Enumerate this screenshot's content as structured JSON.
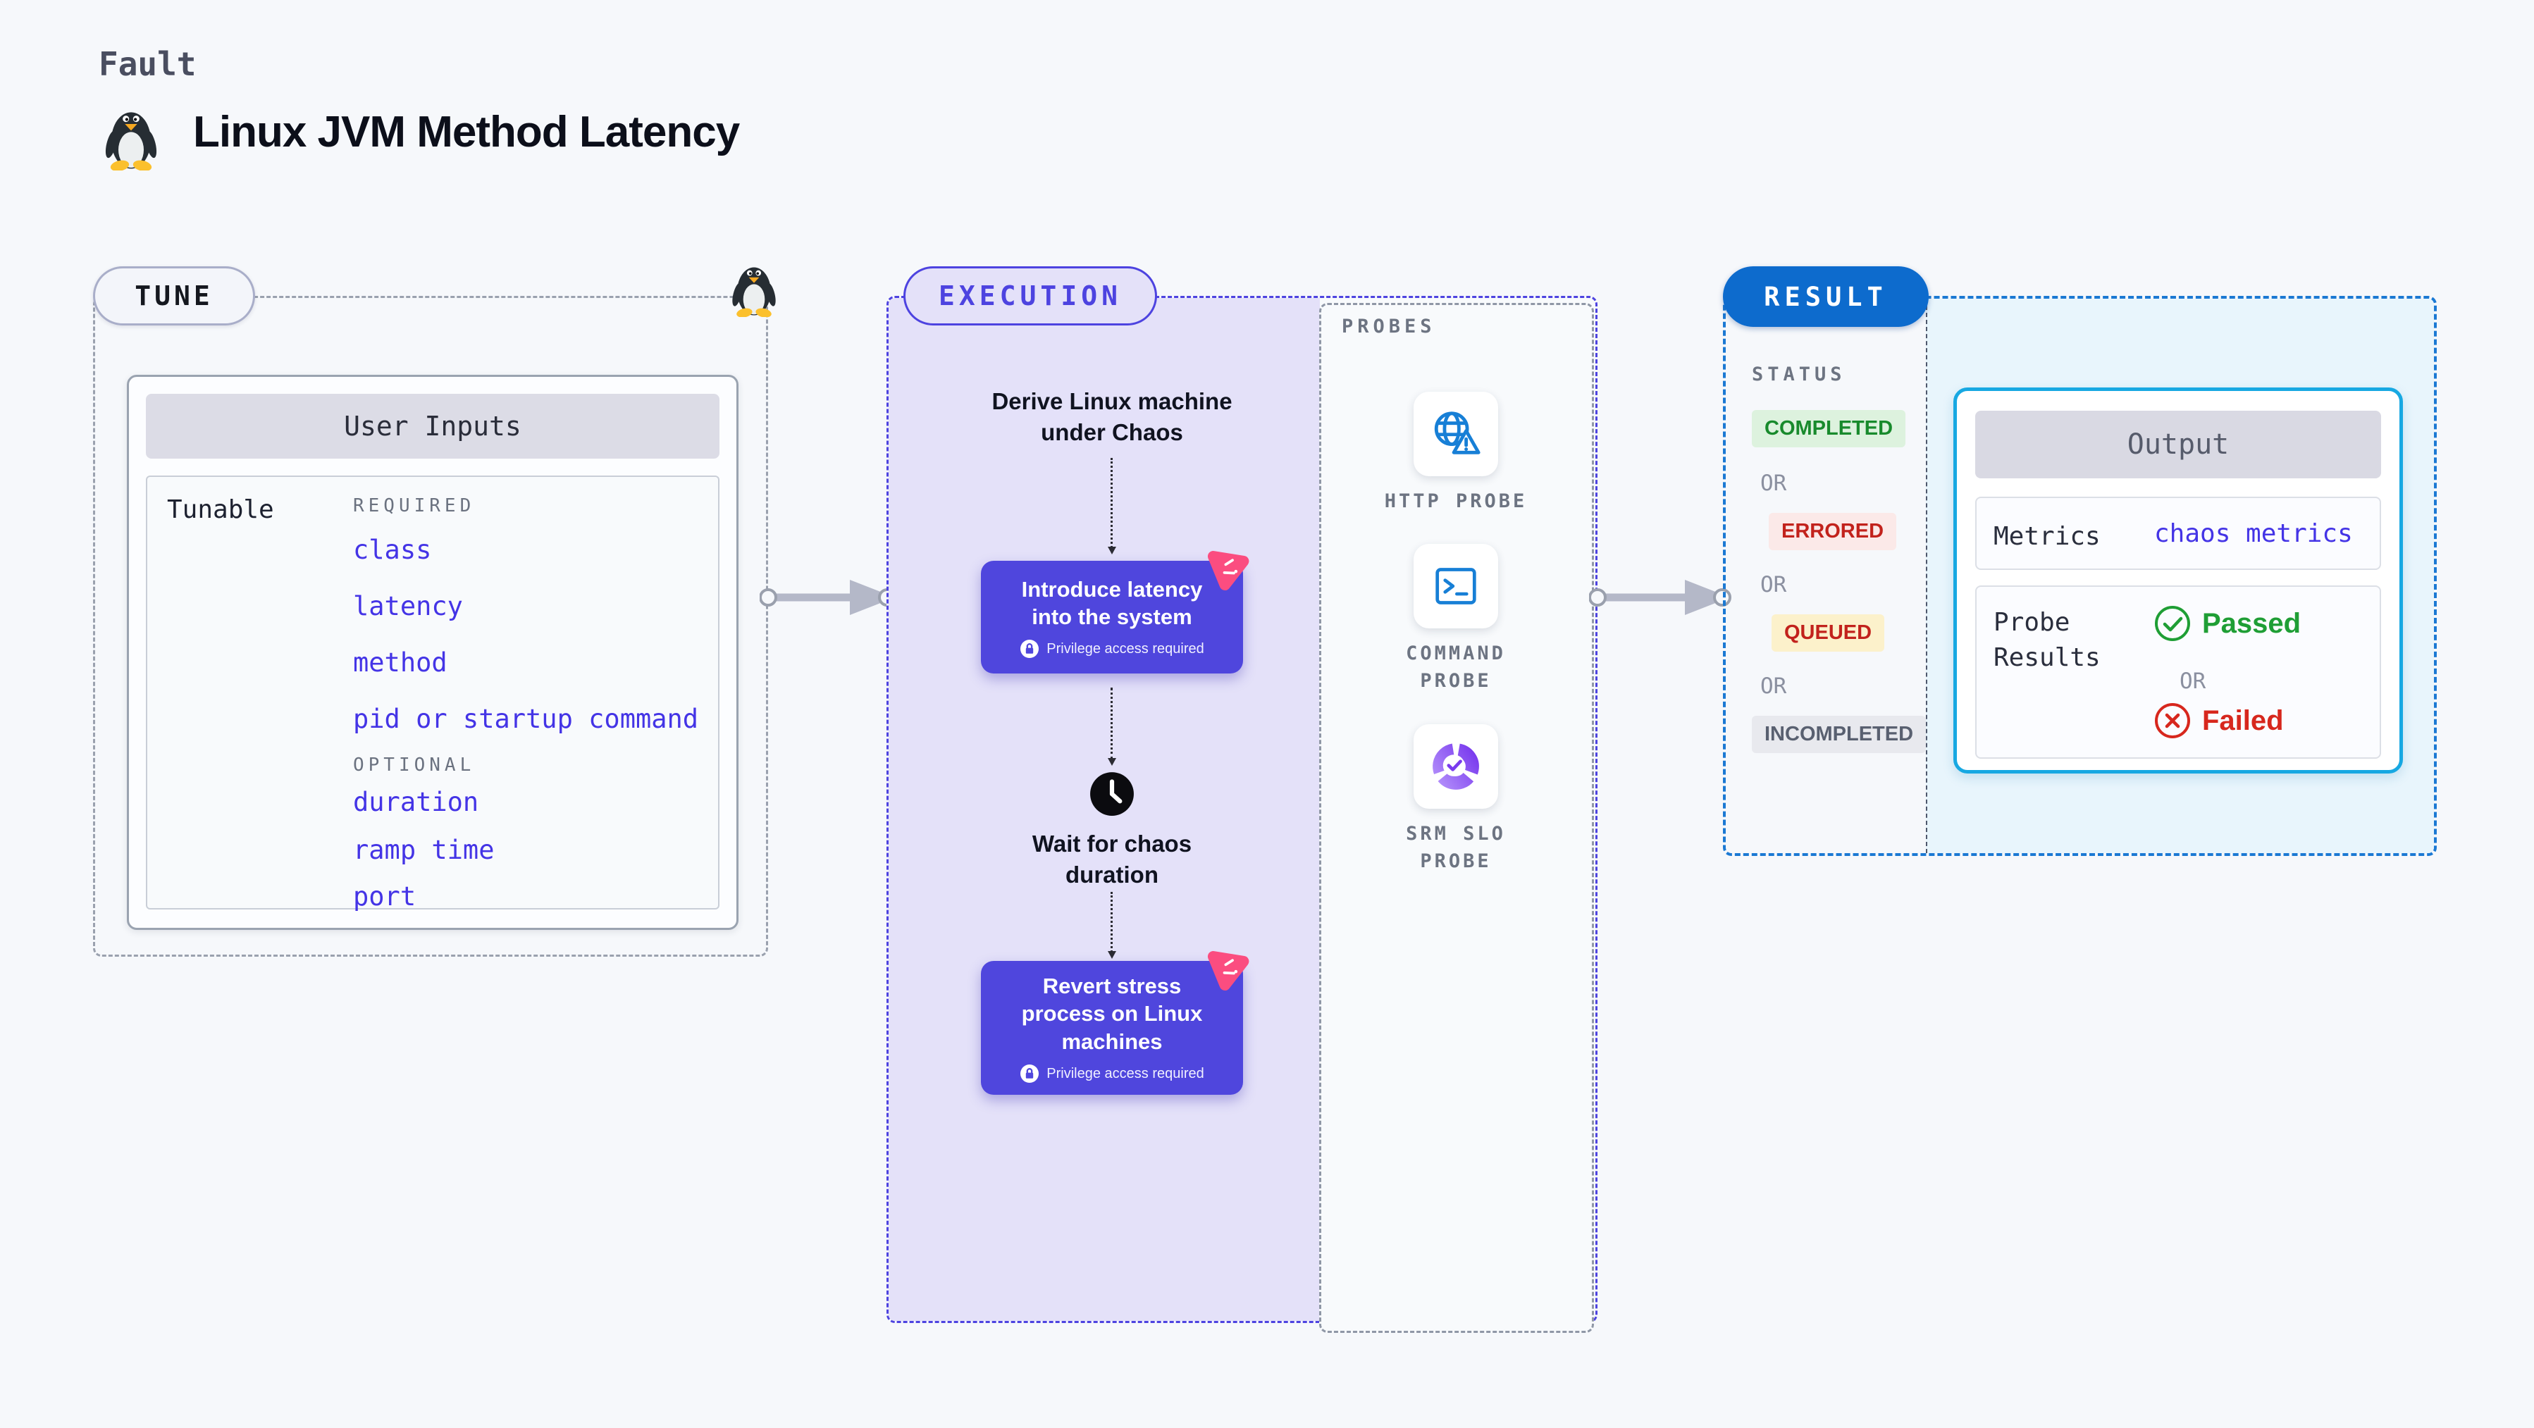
{
  "header": {
    "fault_label": "Fault",
    "title": "Linux JVM Method Latency"
  },
  "tune": {
    "badge": "TUNE",
    "card_title": "User Inputs",
    "row_label": "Tunable",
    "required_label": "REQUIRED",
    "required_items": [
      "class",
      "latency",
      "method",
      "pid or startup command"
    ],
    "optional_label": "OPTIONAL",
    "optional_items": [
      "duration",
      "ramp time",
      "port"
    ]
  },
  "execution": {
    "badge": "EXECUTION",
    "derive_step": "Derive Linux machine under Chaos",
    "node_introduce": {
      "title": "Introduce latency into the system",
      "note": "Privilege access required"
    },
    "wait_step": "Wait for chaos duration",
    "node_revert": {
      "title": "Revert stress process on Linux machines",
      "note": "Privilege access required"
    }
  },
  "probes": {
    "label": "PROBES",
    "items": [
      {
        "label": "HTTP PROBE",
        "icon": "globe-alert-icon"
      },
      {
        "label": "COMMAND PROBE",
        "icon": "terminal-icon"
      },
      {
        "label": "SRM SLO PROBE",
        "icon": "slo-donut-icon"
      }
    ]
  },
  "result": {
    "badge": "RESULT",
    "status_label": "STATUS",
    "or_label": "OR",
    "statuses": [
      {
        "label": "COMPLETED",
        "type": "success"
      },
      {
        "label": "ERRORED",
        "type": "error"
      },
      {
        "label": "QUEUED",
        "type": "queued"
      },
      {
        "label": "INCOMPLETED",
        "type": "neutral"
      }
    ],
    "output": {
      "title": "Output",
      "metrics_label": "Metrics",
      "metrics_value": "chaos metrics",
      "probe_results_label": "Probe Results",
      "passed_label": "Passed",
      "or_label": "OR",
      "failed_label": "Failed"
    }
  },
  "colors": {
    "page_bg": "#f6f8fb",
    "indigo_accent": "#4d43e0",
    "node_purple": "#4f46dd",
    "lavender_fill": "#e4e1f9",
    "pink_accent": "#fb4d80",
    "probe_icon_blue": "#177fd6",
    "result_dash_blue": "#1b79d3",
    "result_badge_blue": "#0d6bcd",
    "cyan_fill": "#e8f5fc",
    "cyan_border": "#17a8e2",
    "success_green": "#188a2c",
    "error_red": "#c2221c",
    "failed_red": "#d7271d",
    "queued_yellow_bg": "#fcf1cb",
    "neutral_gray": "#596070"
  }
}
